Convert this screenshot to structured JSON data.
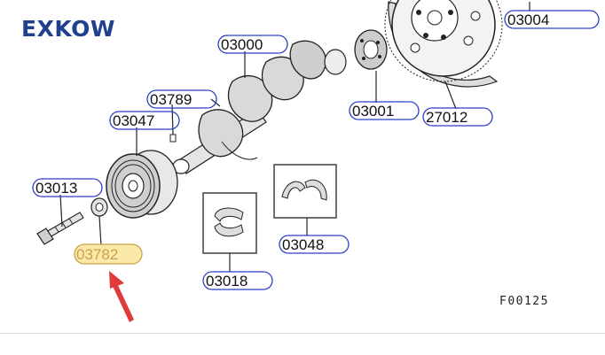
{
  "brand": {
    "name": "EXKOW"
  },
  "figure_code": "F00125",
  "colors": {
    "brand": "#1f3f8f",
    "callout_border": "#2b3fc8",
    "highlight_fill": "#fbe9a9",
    "arrow": "#e03a3a"
  },
  "parts": [
    {
      "id": "p03004",
      "number": "03004",
      "description": ""
    },
    {
      "id": "p03000",
      "number": "03000",
      "description": ""
    },
    {
      "id": "p03001",
      "number": "03001",
      "description": ""
    },
    {
      "id": "p27012",
      "number": "27012",
      "description": ""
    },
    {
      "id": "p03789",
      "number": "03789",
      "description": ""
    },
    {
      "id": "p03047",
      "number": "03047",
      "description": ""
    },
    {
      "id": "p03013",
      "number": "03013",
      "description": ""
    },
    {
      "id": "p03782",
      "number": "03782",
      "description": "",
      "highlighted": true
    },
    {
      "id": "p03048",
      "number": "03048",
      "description": ""
    },
    {
      "id": "p03018",
      "number": "03018",
      "description": ""
    }
  ]
}
